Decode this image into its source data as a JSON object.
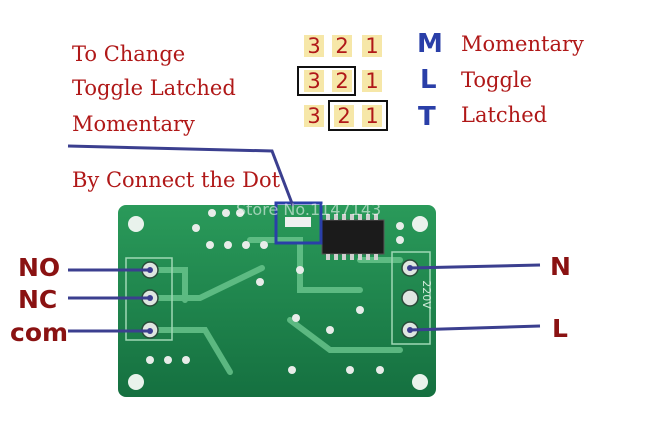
{
  "instructions": {
    "line1": "To Change",
    "line2": "Toggle Latched",
    "line3": "Momentary",
    "connect_dot": "By Connect the Dot"
  },
  "jumper_rows": [
    {
      "digits": [
        "3",
        "2",
        "1"
      ],
      "bridged": "none",
      "letter": "M",
      "mode": "Momentary"
    },
    {
      "digits": [
        "3",
        "2",
        "1"
      ],
      "bridged": "3-2",
      "letter": "L",
      "mode": "Toggle"
    },
    {
      "digits": [
        "3",
        "2",
        "1"
      ],
      "bridged": "2-1",
      "letter": "T",
      "mode": "Latched"
    }
  ],
  "terminals_left": [
    "NO",
    "NC",
    "com"
  ],
  "terminals_right": [
    "N",
    "L"
  ],
  "board_silk": {
    "voltage": "220V",
    "watermark": "Store No.1147143"
  },
  "colors": {
    "text_red": "#b01818",
    "letter_blue": "#2a3fa8",
    "pcb_green": "#1f8a4c",
    "line_blue": "#3b3f8f"
  }
}
